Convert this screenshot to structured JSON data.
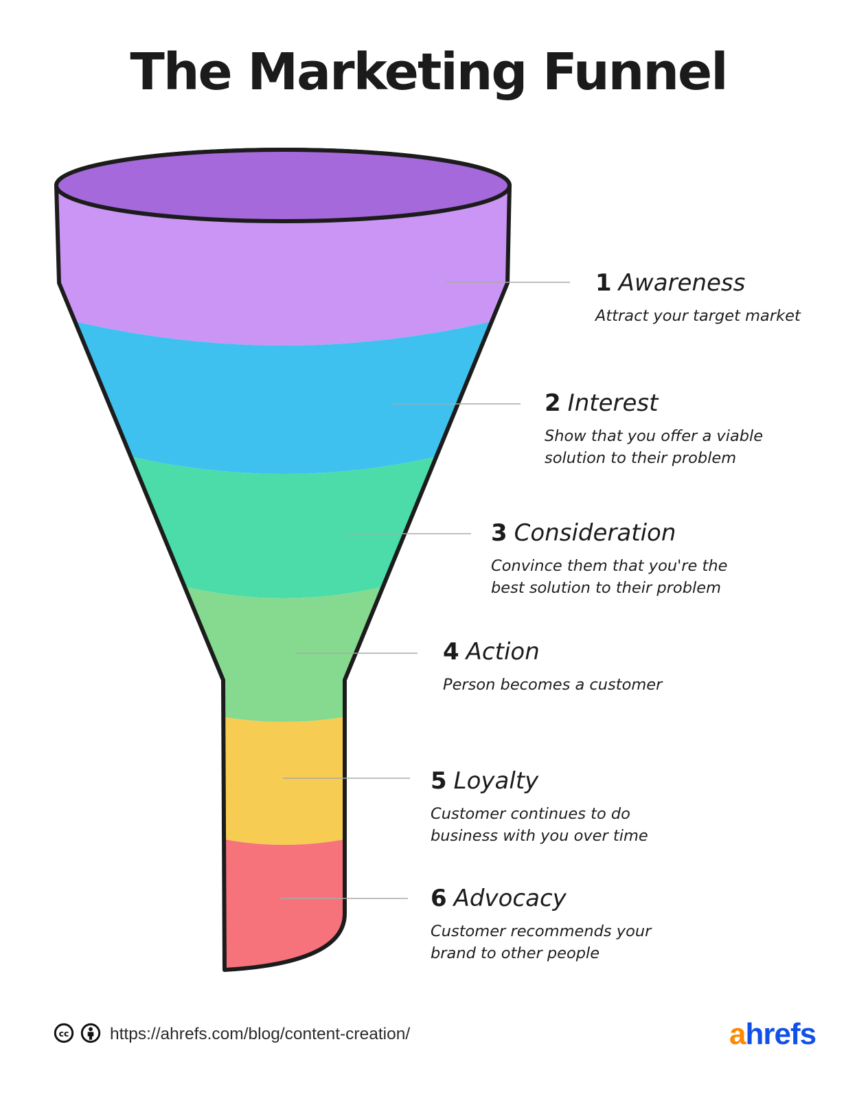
{
  "title": "The Marketing Funnel",
  "funnel": {
    "outline_color": "#1c1c1c",
    "leader_line_color": "#a9a9a9",
    "top_opening": {
      "name": "funnel-top-opening",
      "color": "#a569db"
    },
    "stages": [
      {
        "number": "1",
        "name": "Awareness",
        "description": "Attract your target market",
        "color": "#cb95f5"
      },
      {
        "number": "2",
        "name": "Interest",
        "description": "Show that you offer a viable\nsolution to their problem",
        "color": "#3fc1f0"
      },
      {
        "number": "3",
        "name": "Consideration",
        "description": "Convince them that you're the\nbest solution to their problem",
        "color": "#4cdca9"
      },
      {
        "number": "4",
        "name": "Action",
        "description": "Person becomes a customer",
        "color": "#85da8f"
      },
      {
        "number": "5",
        "name": "Loyalty",
        "description": "Customer continues to do\nbusiness with you over time",
        "color": "#f6cd52"
      },
      {
        "number": "6",
        "name": "Advocacy",
        "description": "Customer recommends your\nbrand to other people",
        "color": "#f6737c"
      }
    ]
  },
  "footer": {
    "icons": [
      "cc-icon",
      "attribution-icon"
    ],
    "url": "https://ahrefs.com/blog/content-creation/",
    "logo": {
      "part1": "a",
      "part2": "hrefs",
      "part1_color": "#ff8800",
      "part2_color": "#1150e8"
    }
  }
}
